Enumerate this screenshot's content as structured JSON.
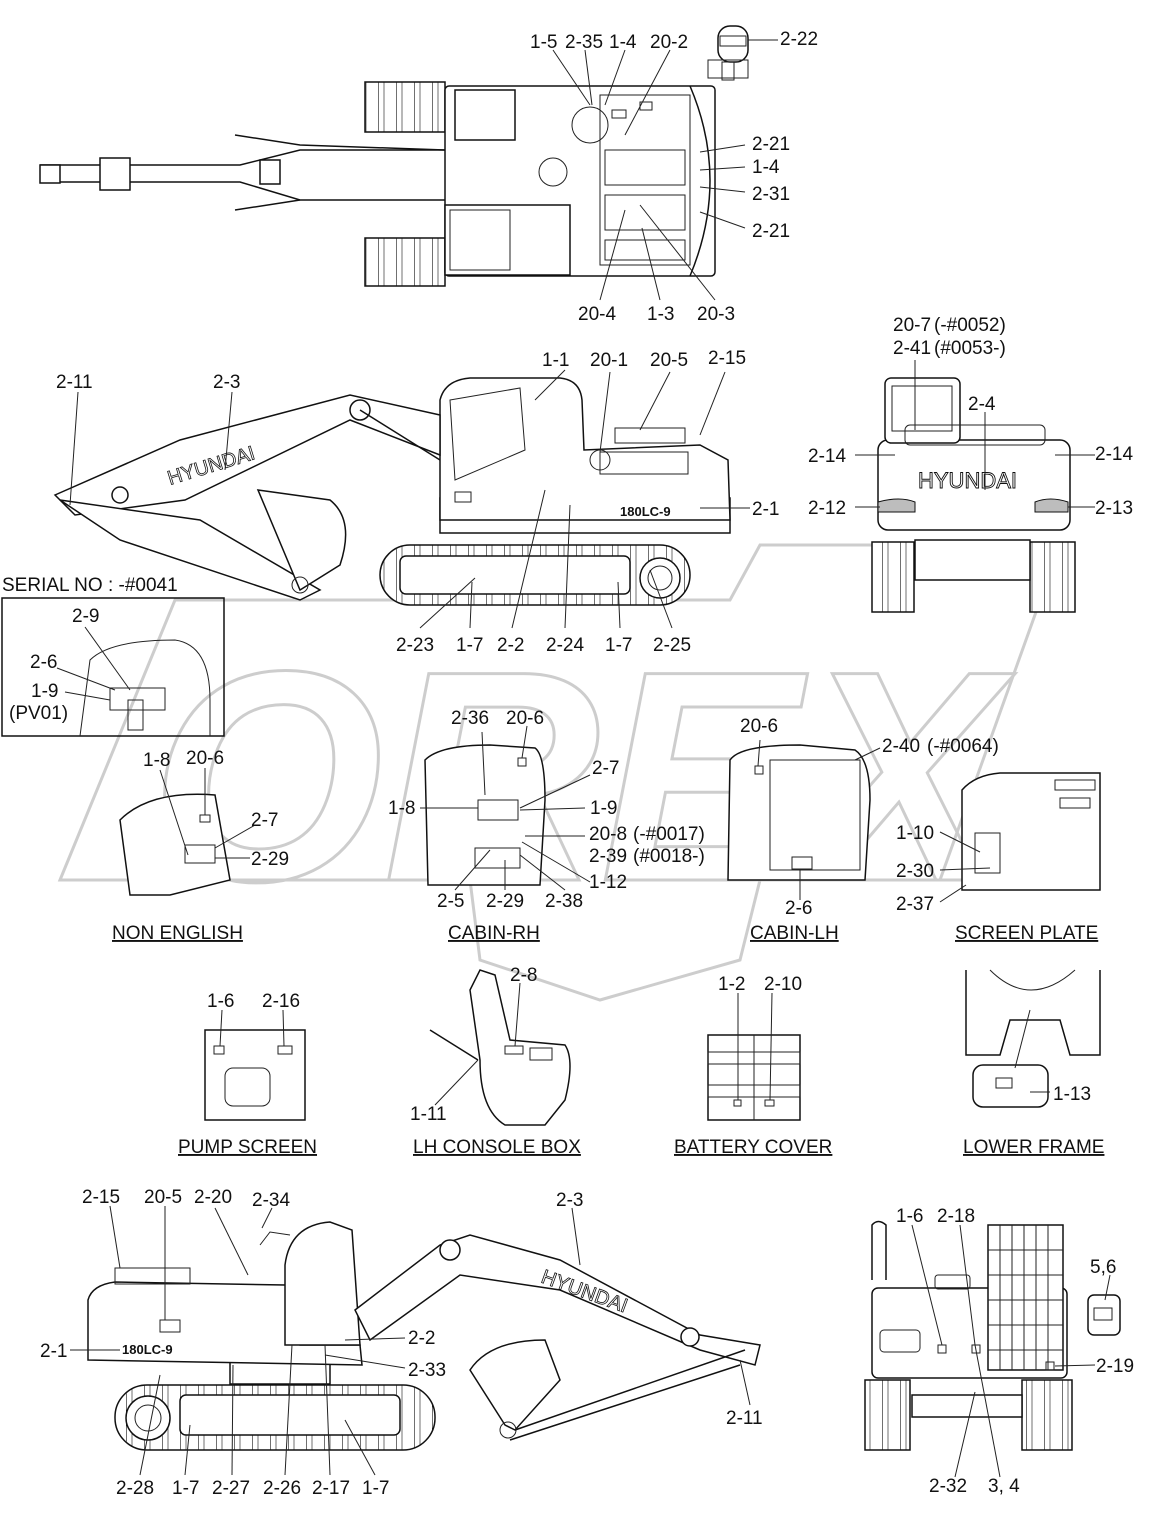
{
  "serial_note": "SERIAL NO : -#0041",
  "brand": "HYUNDAI",
  "model_badge": "180LC-9",
  "section_titles": {
    "non_english": "NON ENGLISH",
    "cabin_rh": "CABIN-RH",
    "cabin_lh": "CABIN-LH",
    "screen_plate": "SCREEN PLATE",
    "pump_screen": "PUMP SCREEN",
    "lh_console_box": "LH CONSOLE BOX",
    "battery_cover": "BATTERY COVER",
    "lower_frame": "LOWER FRAME"
  },
  "callouts": {
    "top_view": [
      "1-5",
      "2-35",
      "1-4",
      "20-2",
      "2-22",
      "2-21",
      "1-4",
      "2-31",
      "2-21",
      "20-4",
      "1-3",
      "20-3"
    ],
    "right_side_view": [
      "2-11",
      "2-3",
      "1-1",
      "20-1",
      "20-5",
      "2-15",
      "2-1",
      "2-23",
      "1-7",
      "2-2",
      "2-24",
      "1-7",
      "2-25"
    ],
    "rear_view": [
      "20-7",
      "(-#0052)",
      "2-41",
      "(#0053-)",
      "2-4",
      "2-14",
      "2-14",
      "2-12",
      "2-13"
    ],
    "serial_inset": [
      "2-9",
      "2-6",
      "1-9",
      "(PV01)"
    ],
    "non_english": [
      "1-8",
      "20-6",
      "2-7",
      "2-29"
    ],
    "cabin_rh": [
      "2-36",
      "20-6",
      "2-7",
      "1-8",
      "1-9",
      "20-8",
      "(-#0017)",
      "2-39",
      "(#0018-)",
      "1-12",
      "2-5",
      "2-29",
      "2-38"
    ],
    "cabin_lh": [
      "20-6",
      "2-40",
      "(-#0064)",
      "2-6"
    ],
    "screen_plate": [
      "1-10",
      "2-30",
      "2-37"
    ],
    "pump_screen": [
      "1-6",
      "2-16"
    ],
    "lh_console_box": [
      "2-8",
      "1-11"
    ],
    "battery_cover": [
      "1-2",
      "2-10"
    ],
    "lower_frame": [
      "1-13"
    ],
    "left_side_view": [
      "2-15",
      "20-5",
      "2-20",
      "2-34",
      "2-3",
      "2-2",
      "2-33",
      "2-1",
      "2-11",
      "2-28",
      "1-7",
      "2-27",
      "2-26",
      "2-17",
      "1-7"
    ],
    "front_view": [
      "1-6",
      "2-18",
      "5,6",
      "2-19",
      "2-32",
      "3, 4"
    ]
  },
  "watermark_text": "OREX"
}
